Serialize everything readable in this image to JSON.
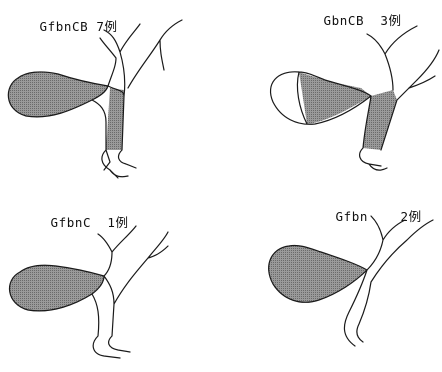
{
  "colors": {
    "ink": "#1a1a1a",
    "shade": "#8c8c8c",
    "background": "#ffffff"
  },
  "panels": [
    {
      "code": "GfbnCB",
      "count": "7例"
    },
    {
      "code": "GbnCB",
      "count": "3例"
    },
    {
      "code": "GfbnC",
      "count": "1例"
    },
    {
      "code": "Gfbn",
      "count": "2例"
    }
  ]
}
